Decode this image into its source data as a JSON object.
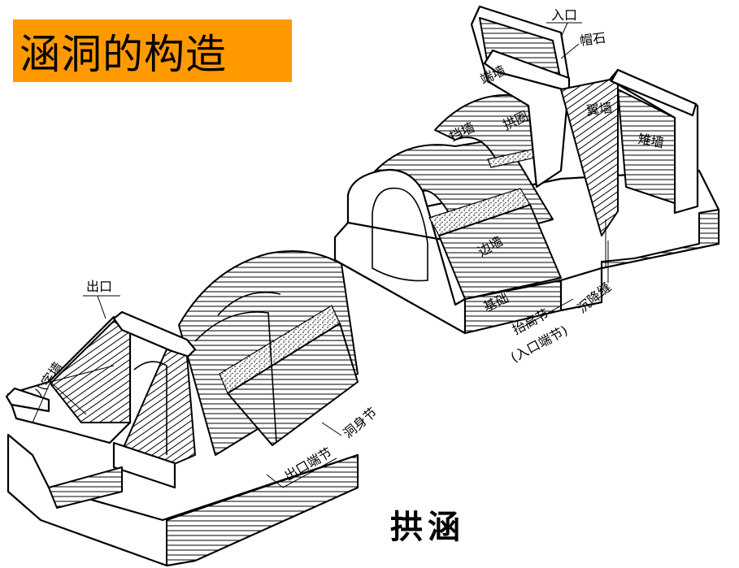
{
  "title": "涵洞的构造",
  "caption": "拱涵",
  "colors": {
    "title_background": "#ff9900"
  },
  "labels": {
    "inlet": "入口",
    "cap_stone": "帽石",
    "end_wall": "端墙",
    "wing_wall": "翼墙",
    "cone_wall": "雉墙",
    "retaining_wall": "挡墙",
    "arch_ring": "拱圈",
    "side_wall": "边墙",
    "foundation": "基础",
    "raised_section": "抬高节",
    "inlet_end_section": "(入口端节)",
    "settlement_joint": "沉降缝",
    "outlet": "出口",
    "splay_wall": "八字墙",
    "outlet_end_section": "出口端节",
    "barrel_section": "洞身节"
  }
}
